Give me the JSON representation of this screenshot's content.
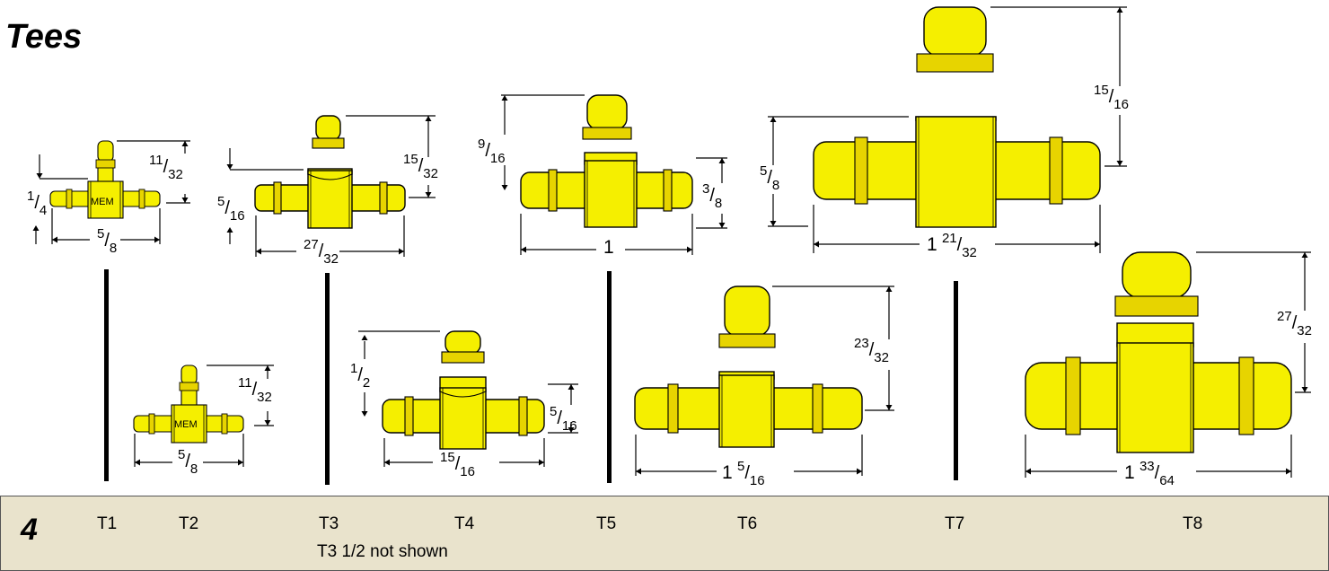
{
  "title": "Tees",
  "page_number": "4",
  "mem_label": "MEM",
  "note": "T3 1/2 not shown",
  "codes": [
    "T1",
    "T2",
    "T3",
    "T4",
    "T5",
    "T6",
    "T7",
    "T8"
  ],
  "colors": {
    "part_fill": "#f5ef00",
    "band": "#e7d400",
    "outline": "#000000",
    "bar": "#e9e3cc"
  },
  "dims": {
    "t1": {
      "height": {
        "n": "11",
        "d": "32"
      },
      "run": {
        "n": "1",
        "d": "4"
      },
      "length": {
        "n": "5",
        "d": "8"
      }
    },
    "t2": {
      "height": {
        "n": "11",
        "d": "32"
      },
      "length": {
        "n": "5",
        "d": "8"
      }
    },
    "t3": {
      "height": {
        "n": "15",
        "d": "32"
      },
      "run": {
        "n": "5",
        "d": "16"
      },
      "length": {
        "n": "27",
        "d": "32"
      }
    },
    "t4": {
      "height": {
        "n": "1",
        "d": "2"
      },
      "run": {
        "n": "5",
        "d": "16"
      },
      "length": {
        "n": "15",
        "d": "16"
      }
    },
    "t5": {
      "height": {
        "n": "9",
        "d": "16"
      },
      "run": {
        "n": "3",
        "d": "8"
      },
      "length": {
        "w": "1"
      }
    },
    "t6": {
      "height": {
        "n": "23",
        "d": "32"
      },
      "length": {
        "w": "1",
        "n": "5",
        "d": "16"
      }
    },
    "t7": {
      "height": {
        "n": "15",
        "d": "16"
      },
      "run": {
        "n": "5",
        "d": "8"
      },
      "length": {
        "w": "1",
        "n": "21",
        "d": "32"
      }
    },
    "t8": {
      "height": {
        "n": "27",
        "d": "32"
      },
      "length": {
        "w": "1",
        "n": "33",
        "d": "64"
      }
    }
  }
}
